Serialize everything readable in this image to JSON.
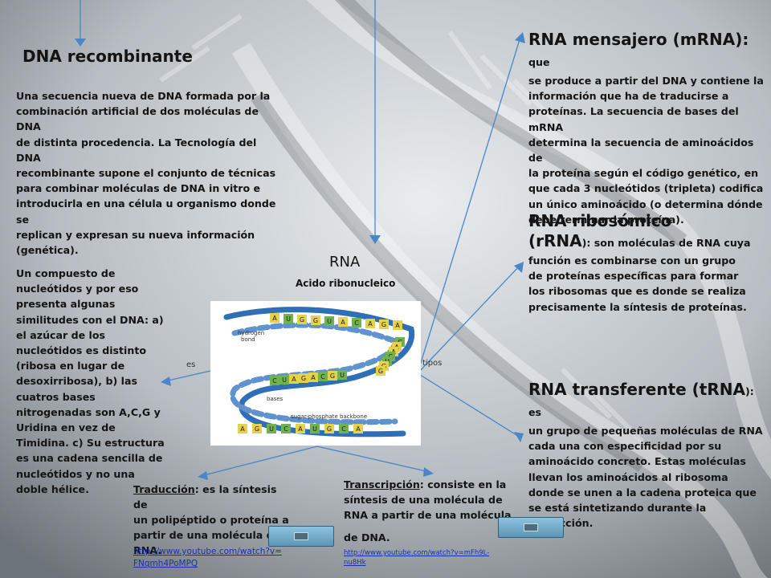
{
  "center": {
    "rna_title": "RNA",
    "rna_subtitle": "Acido ribonucleico",
    "label_es": "es",
    "label_tipos": "tipos"
  },
  "left": {
    "dna_title": "DNA recombinante",
    "dna_para_lines": [
      "Una secuencia nueva de DNA formada por la",
      "combinación artificial de dos moléculas de DNA",
      "de distinta procedencia. La Tecnología del DNA",
      "recombinante supone el conjunto de técnicas",
      "para combinar moléculas de DNA in vitro e",
      "introducirla en una célula u organismo donde se",
      "replican y expresan su nueva información",
      "(genética)."
    ],
    "compound_lines": [
      "Un compuesto de",
      "nucleótidos y por eso",
      "presenta algunas",
      "similitudes con el DNA: a)",
      "el azúcar de los",
      "nucleótidos es distinto",
      "(ribosa en lugar de",
      "desoxirribosa), b) las",
      "cuatros bases",
      "nitrogenadas son A,C,G y",
      "Uridina en vez de",
      "Timidina. c) Su estructura",
      "es una cadena sencilla de",
      "nucleótidos y no una",
      "doble hélice."
    ]
  },
  "right": {
    "mrna_head": "RNA mensajero (mRNA):",
    "mrna_lines": [
      "que",
      "se produce a partir del DNA y contiene la",
      "información que ha de traducirse a",
      "proteínas. La secuencia de bases del mRNA",
      "determina la secuencia de aminoácidos de",
      "la proteína según el código genético, en",
      "que cada 3 nucleótidos (tripleta) codifica",
      "un único aminoácido (o determina dónde",
      "debe terminar la proteína)."
    ],
    "rrna_head_1": "RNA ribosómico",
    "rrna_head_2": "(rRNA",
    "rrna_lines": [
      "): son moléculas de RNA cuya",
      "función es combinarse con un grupo",
      "de proteínas específicas para formar",
      "los ribosomas que es donde se realiza",
      "precisamente la síntesis de proteínas."
    ],
    "trna_head": "RNA transferente (tRNA",
    "trna_lines": [
      "): es",
      "un grupo de pequeñas moléculas de RNA",
      "cada una con especificidad por su",
      "aminoácido concreto. Estas moléculas",
      "llevan los aminoácidos al ribosoma",
      "donde se unen a la cadena proteica que",
      "se está sintetizando durante la",
      "traducción."
    ]
  },
  "bottom": {
    "trad_term": "Traducción",
    "trad_lines": [
      ": es la síntesis de",
      "un polipéptido o proteína a",
      "partir de una molécula de",
      "RNA."
    ],
    "trad_link_1": "http://www.youtube.com/watch?v=",
    "trad_link_2": "FNqmh4PoMPQ",
    "trans_term": "Transcripción",
    "trans_lines": [
      ": consiste en la",
      "síntesis de una molécula de",
      "RNA a partir de una molécula",
      "de DNA."
    ],
    "trans_link_1": "http://www.youtube.com/watch?v=mFh9L-",
    "trans_link_2": "nu8Hk"
  },
  "figure": {
    "label_hydrogen": "hydrogen",
    "label_bond": "bond",
    "label_bases": "bases",
    "label_backbone": "sugar-phosphate backbone",
    "bases_top": [
      "A",
      "U",
      "G",
      "G",
      "U",
      "A",
      "C",
      "A",
      "G",
      "A"
    ],
    "bases_right": [
      "C",
      "A",
      "A",
      "C",
      "U",
      "G",
      "G"
    ],
    "bases_left": [
      "C",
      "U",
      "A",
      "G",
      "A",
      "C",
      "G",
      "U"
    ],
    "bases_bottom": [
      "A",
      "G",
      "U",
      "C",
      "A",
      "U",
      "G",
      "C",
      "A"
    ]
  },
  "colors": {
    "arrow": "#4a86c8",
    "helix_blue": "#2e6fb5",
    "base_yellow": "#e3d24a",
    "base_green": "#6fb24f",
    "base_red": "#d9534f",
    "link": "#1a2fb0"
  }
}
